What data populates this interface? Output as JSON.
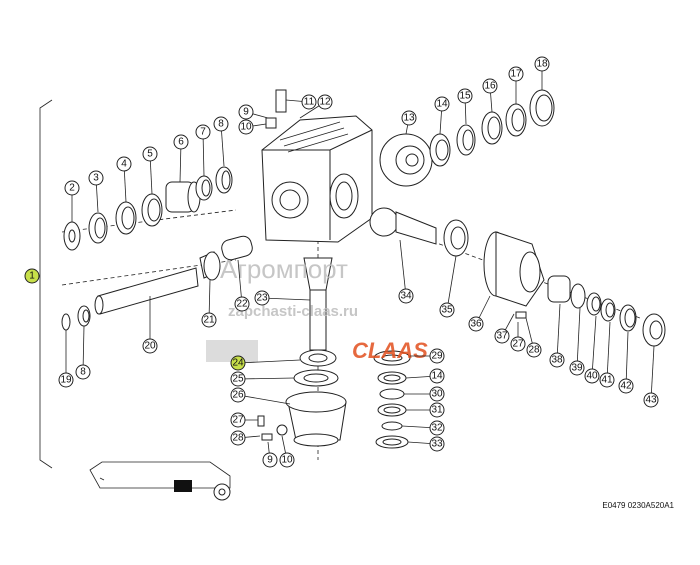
{
  "callouts": [
    {
      "n": "1",
      "hl": true
    },
    {
      "n": "2"
    },
    {
      "n": "3"
    },
    {
      "n": "4"
    },
    {
      "n": "5"
    },
    {
      "n": "6"
    },
    {
      "n": "7"
    },
    {
      "n": "8"
    },
    {
      "n": "9"
    },
    {
      "n": "10"
    },
    {
      "n": "11"
    },
    {
      "n": "12"
    },
    {
      "n": "13"
    },
    {
      "n": "14"
    },
    {
      "n": "15"
    },
    {
      "n": "16"
    },
    {
      "n": "17"
    },
    {
      "n": "18"
    },
    {
      "n": "19"
    },
    {
      "n": "8"
    },
    {
      "n": "20"
    },
    {
      "n": "21"
    },
    {
      "n": "22"
    },
    {
      "n": "23"
    },
    {
      "n": "24",
      "hl": true
    },
    {
      "n": "25"
    },
    {
      "n": "26"
    },
    {
      "n": "27"
    },
    {
      "n": "28"
    },
    {
      "n": "9"
    },
    {
      "n": "10"
    },
    {
      "n": "29"
    },
    {
      "n": "14"
    },
    {
      "n": "30"
    },
    {
      "n": "31"
    },
    {
      "n": "32"
    },
    {
      "n": "33"
    },
    {
      "n": "34"
    },
    {
      "n": "35"
    },
    {
      "n": "36"
    },
    {
      "n": "37"
    },
    {
      "n": "27"
    },
    {
      "n": "28"
    },
    {
      "n": "38"
    },
    {
      "n": "39"
    },
    {
      "n": "40"
    },
    {
      "n": "41"
    },
    {
      "n": "42"
    },
    {
      "n": "43"
    }
  ],
  "watermark": {
    "brand": "Агромпорт",
    "site": "zapchasti-claas.ru",
    "logo": "CLAAS"
  },
  "drawing_ref": "E0479 0230A520A1",
  "colors": {
    "highlight": "#c8e04a",
    "watermark_orange": "#e2501e",
    "watermark_grey": "#bdbdbd",
    "line": "#222222"
  }
}
